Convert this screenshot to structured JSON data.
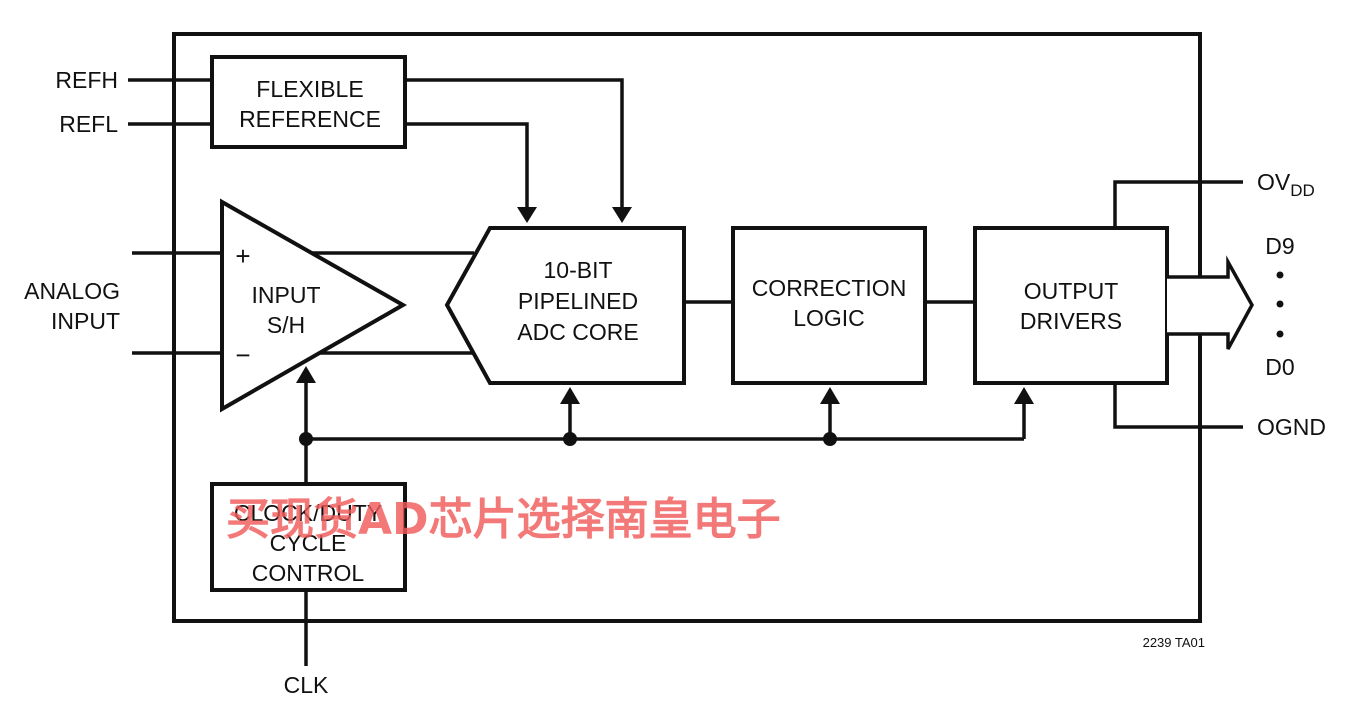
{
  "pins": {
    "refh": "REFH",
    "refl": "REFL",
    "analog_input": [
      "ANALOG",
      "INPUT"
    ],
    "clk": "CLK",
    "ovdd_main": "OV",
    "ovdd_sub": "DD",
    "d9": "D9",
    "d0": "D0",
    "ognd": "OGND"
  },
  "blocks": {
    "flexible_reference": [
      "FLEXIBLE",
      "REFERENCE"
    ],
    "input_sh": [
      "INPUT",
      "S/H"
    ],
    "adc_core": [
      "10-BIT",
      "PIPELINED",
      "ADC CORE"
    ],
    "correction_logic": [
      "CORRECTION",
      "LOGIC"
    ],
    "output_drivers": [
      "OUTPUT",
      "DRIVERS"
    ],
    "clock_duty": [
      "CLOCK/DUTY",
      "CYCLE",
      "CONTROL"
    ]
  },
  "symbols": {
    "plus": "+",
    "minus": "−",
    "dot": "•"
  },
  "figure_id": "2239 TA01",
  "watermark": "买现货AD芯片选择南皇电子",
  "colors": {
    "line": "#111111",
    "watermark": "#f05a5a"
  }
}
